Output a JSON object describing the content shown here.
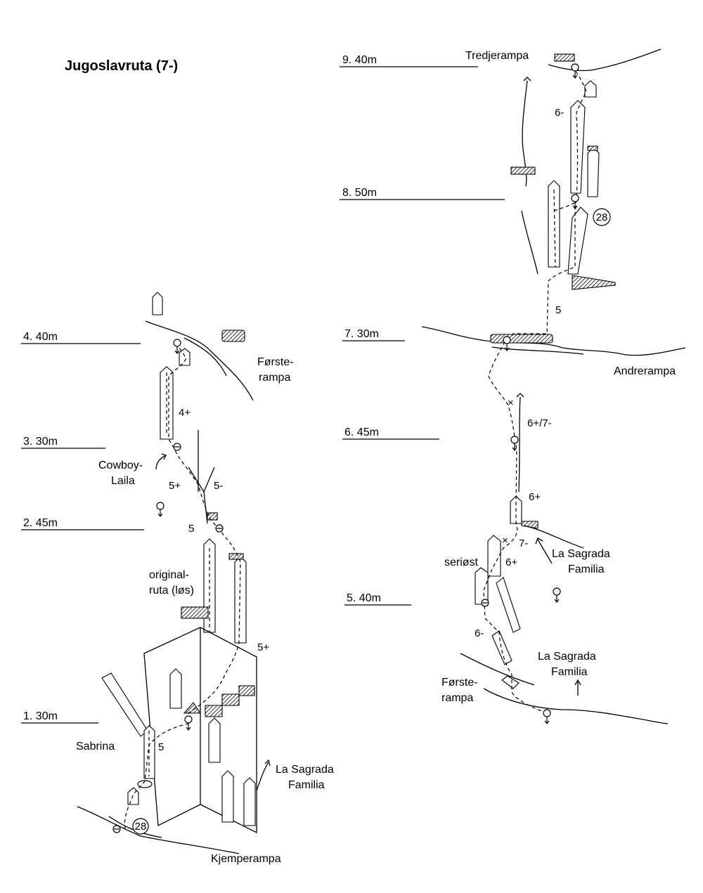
{
  "title": "Jugoslavruta  (7-)",
  "pitches_left": [
    {
      "label": "4.  40m"
    },
    {
      "label": "3.  30m"
    },
    {
      "label": "2.  45m"
    },
    {
      "label": "1.  30m"
    }
  ],
  "pitches_right": [
    {
      "label": "9.  40m"
    },
    {
      "label": "8.  50m"
    },
    {
      "label": "7.  30m"
    },
    {
      "label": "6.  45m"
    },
    {
      "label": "5.  40m"
    }
  ],
  "grades": {
    "g4plus": "4+",
    "g5plus_a": "5+",
    "g5minus": "5-",
    "g5_a": "5",
    "g5plus_b": "5+",
    "g5_b": "5",
    "g6minus_top": "6-",
    "g5_c": "5",
    "g67": "6+/7-",
    "g6plus_a": "6+",
    "g7minus": "7-",
    "g6plus_b": "6+",
    "g6minus_low": "6-"
  },
  "names": {
    "forsterampa_top_1": "Første-",
    "forsterampa_top_2": "rampa",
    "cowboy_1": "Cowboy-",
    "cowboy_2": "Laila",
    "original_1": "original-",
    "original_2": "ruta (løs)",
    "sabrina": "Sabrina",
    "lsf_left_1": "La Sagrada",
    "lsf_left_2": "Familia",
    "kjemperampa": "Kjemperampa",
    "tredjerampa": "Tredjerampa",
    "andrerampa": "Andrerampa",
    "lsf_mid_1": "La Sagrada",
    "lsf_mid_2": "Familia",
    "seriost": "seriøst",
    "lsf_low_1": "La Sagrada",
    "lsf_low_2": "Familia",
    "forsterampa_low_1": "Første-",
    "forsterampa_low_2": "rampa"
  },
  "bolt_badges": {
    "left": "28",
    "right": "28"
  },
  "icons": [
    "belay-anchor-icon",
    "bolt-icon",
    "rappel-icon",
    "roof-overhang-icon",
    "crack-icon"
  ]
}
